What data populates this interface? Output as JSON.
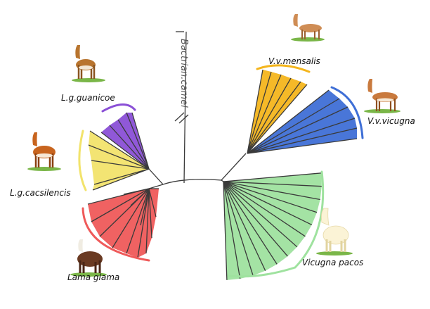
{
  "outgroup": {
    "label": "Bactrian.camel"
  },
  "clades": [
    {
      "id": "mensalis",
      "label": "V.v.mensalis",
      "color": "#f4b51c"
    },
    {
      "id": "vicugna",
      "label": "V.v.vicugna",
      "color": "#3f6fd6"
    },
    {
      "id": "pacos",
      "label": "Vicugna pacos",
      "color": "#9fe29f"
    },
    {
      "id": "glama",
      "label": "Lama glama",
      "color": "#ef5a5a"
    },
    {
      "id": "cacsilencis",
      "label": "L.g.cacsilencis",
      "color": "#f2e36b"
    },
    {
      "id": "guanicoe",
      "label": "L.g.guanicoe",
      "color": "#8a4fd6"
    }
  ],
  "icons": [
    {
      "name": "guanaco-icon"
    },
    {
      "name": "guanaco-icon"
    },
    {
      "name": "llama-icon"
    },
    {
      "name": "vicuna-icon"
    },
    {
      "name": "vicuna-icon"
    },
    {
      "name": "alpaca-icon"
    }
  ]
}
